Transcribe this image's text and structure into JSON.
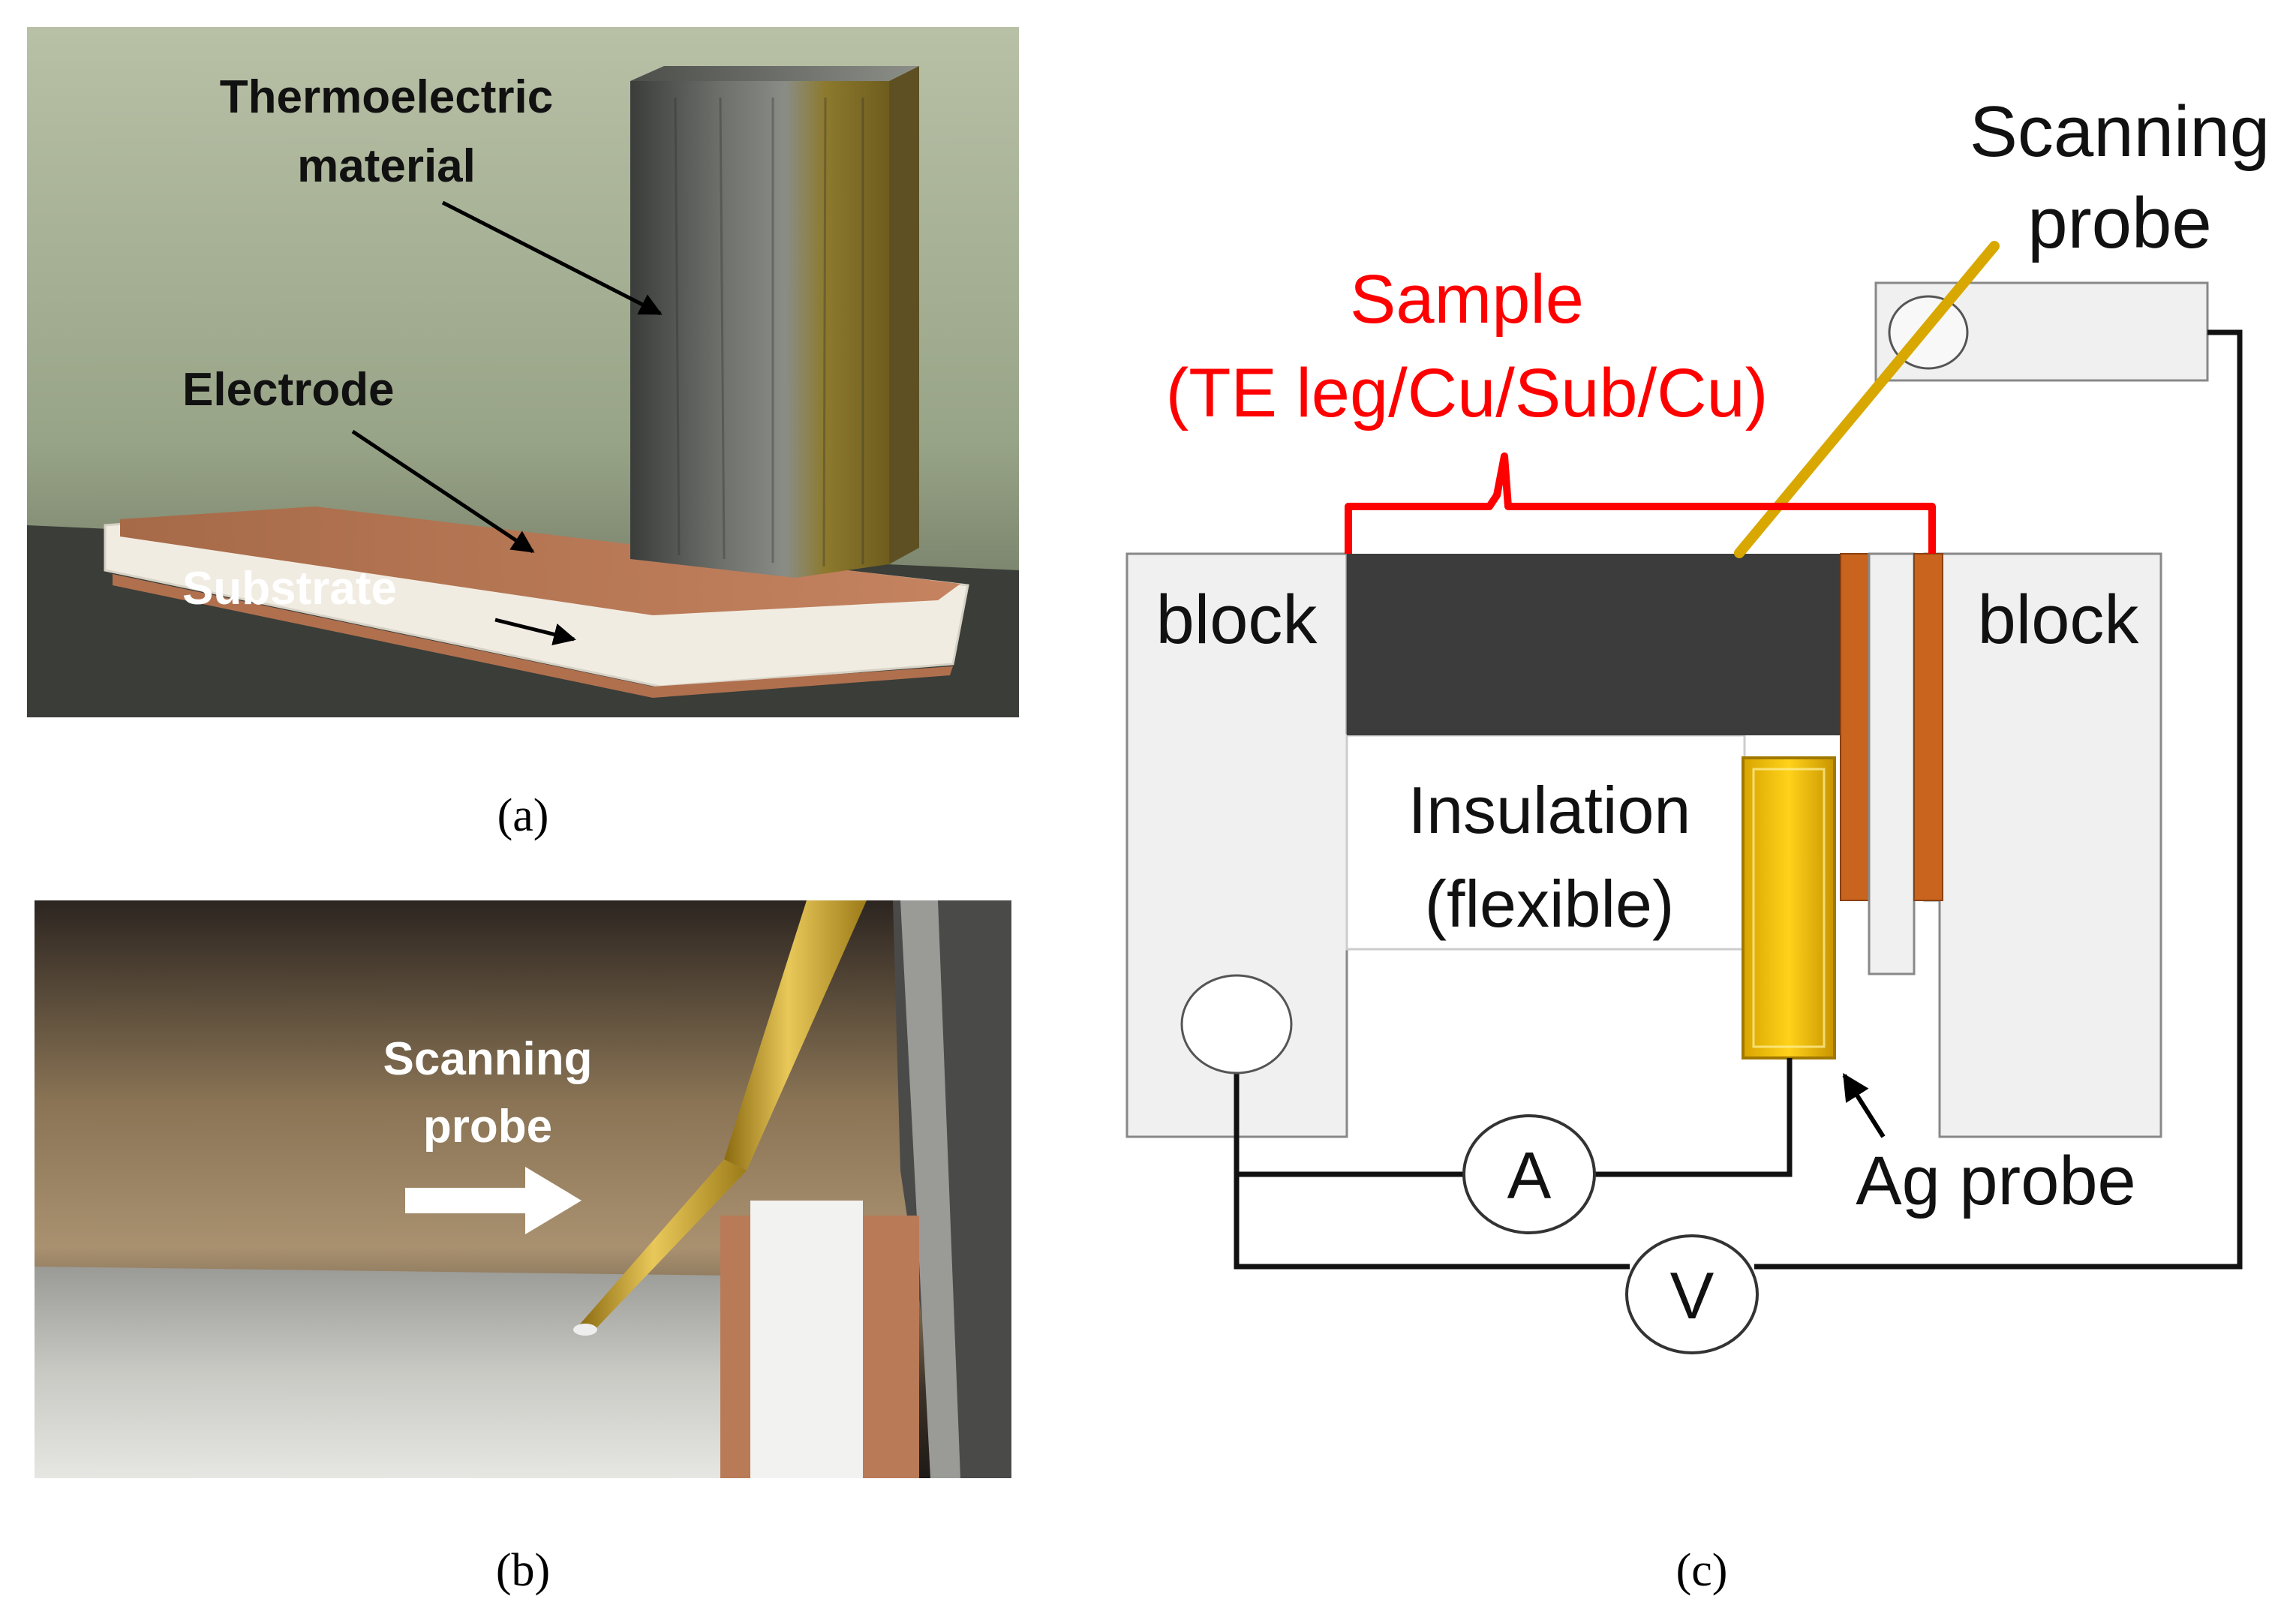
{
  "panel_a": {
    "caption": "(a)",
    "labels": {
      "thermoelectric_line1": "Thermoelectric",
      "thermoelectric_line2": "material",
      "electrode": "Electrode",
      "substrate": "Substrate"
    }
  },
  "panel_b": {
    "caption": "(b)",
    "labels": {
      "scanning_line1": "Scanning",
      "scanning_line2": "probe"
    }
  },
  "panel_c": {
    "caption": "(c)",
    "labels": {
      "scanning_line1": "Scanning",
      "scanning_line2": "probe",
      "sample_line1": "Sample",
      "sample_line2": "(TE leg/Cu/Sub/Cu)",
      "block_left": "block",
      "block_right": "block",
      "insulation_line1": "Insulation",
      "insulation_line2": "(flexible)",
      "ag_probe": "Ag probe",
      "ammeter": "A",
      "voltmeter": "V"
    },
    "colors": {
      "sample_label": "#ff0000",
      "te_leg": "#3c3c3c",
      "copper": "#c8641e",
      "ag_probe": "#f0c000",
      "block": "#f0f0f0"
    }
  }
}
